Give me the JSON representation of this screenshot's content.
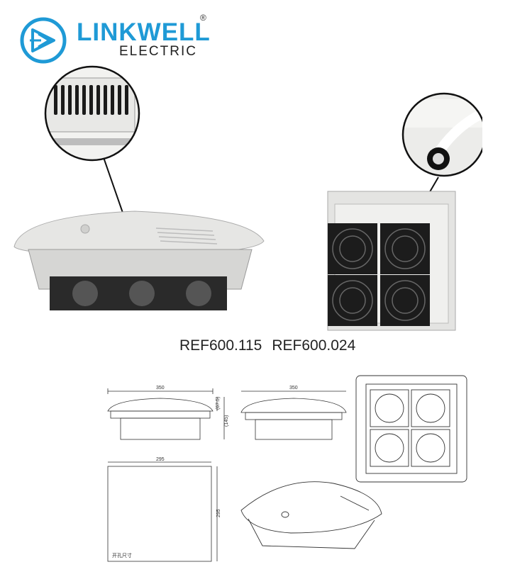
{
  "brand": {
    "name": "LINKWELL",
    "subtitle": "ELECTRIC",
    "registered": "®",
    "color": "#1f9ad6"
  },
  "models": [
    "REF600.115",
    "REF600.024"
  ],
  "drawing": {
    "width_label_front": "350",
    "width_label_side": "350",
    "height_label_top": "(67.5)",
    "height_label_total": "(145)",
    "cutout_width": "295",
    "cutout_height": "295",
    "cutout_caption": "开孔尺寸"
  }
}
